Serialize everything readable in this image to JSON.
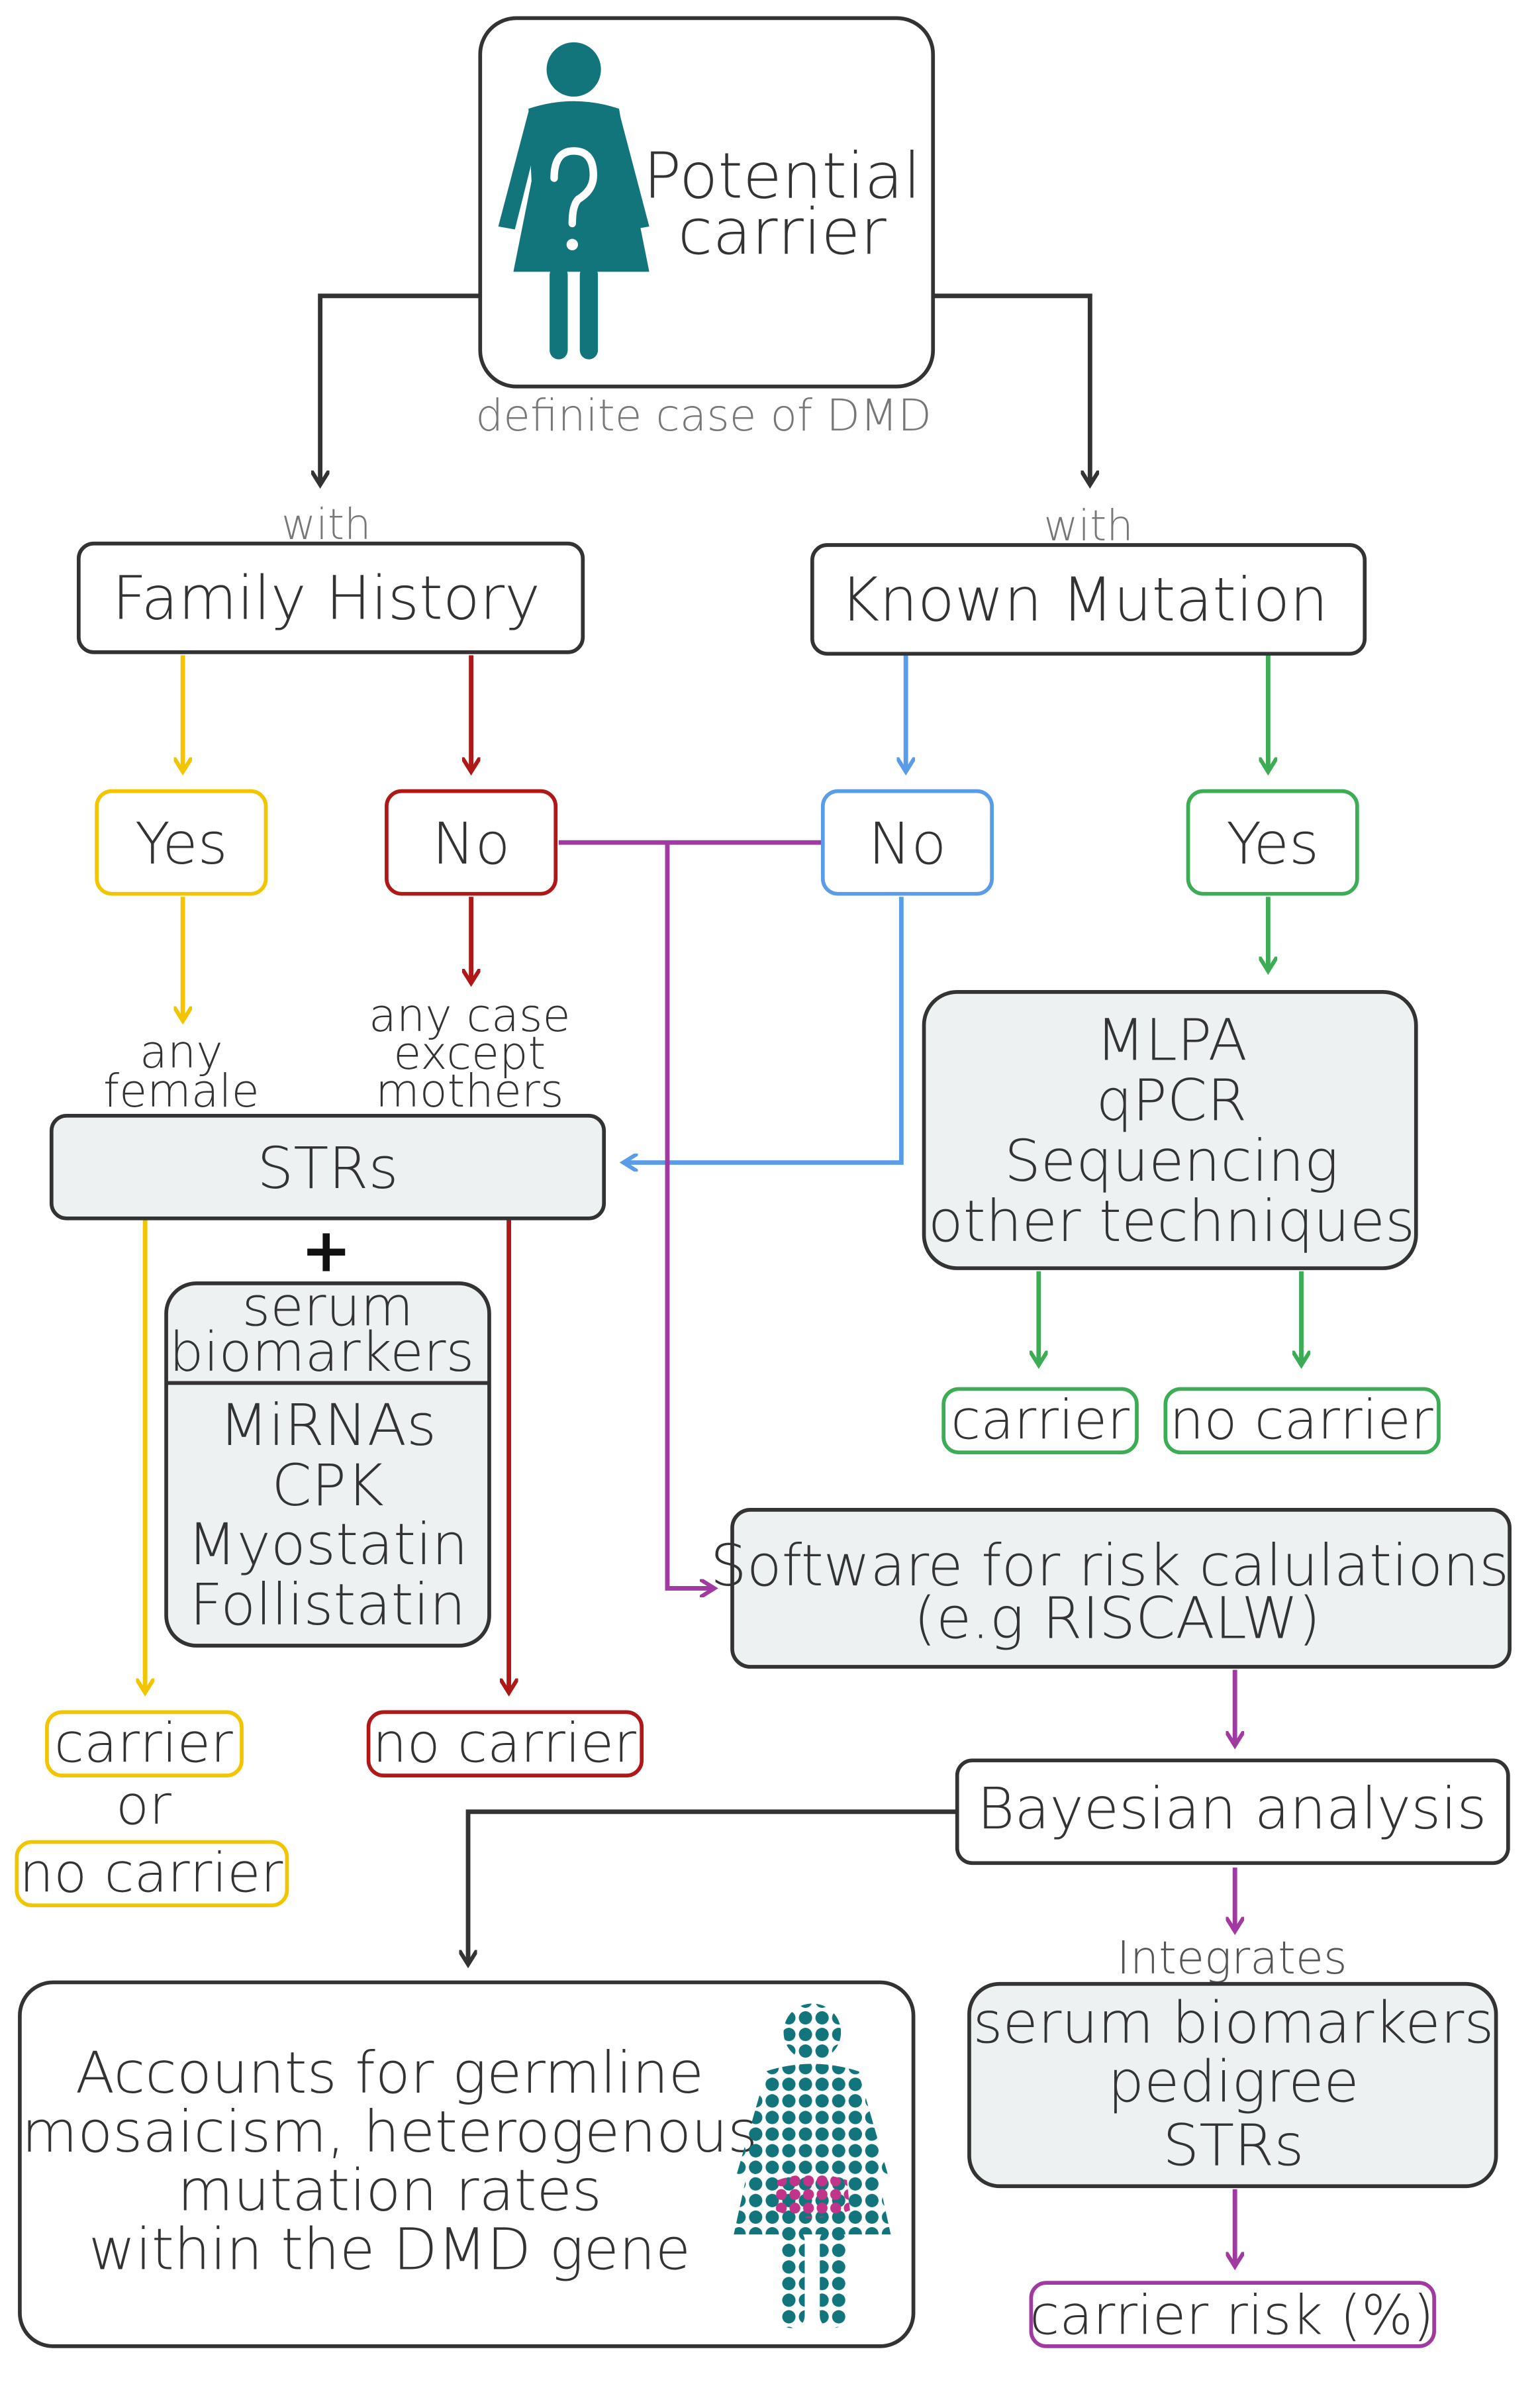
{
  "top": {
    "title_line1": "Potential",
    "title_line2": "carrier",
    "caption": "definite case of DMD",
    "icon": "woman-question-icon"
  },
  "branches": {
    "left_with": "with",
    "right_with": "with",
    "family_history": "Family History",
    "known_mutation": "Known Mutation"
  },
  "answers": {
    "fh_yes": "Yes",
    "fh_no": "No",
    "km_no": "No",
    "km_yes": "Yes"
  },
  "notes": {
    "any_female_line1": "any",
    "any_female_line2": "female",
    "any_case_line1": "any case",
    "any_case_line2": "except",
    "any_case_line3": "mothers"
  },
  "strs": {
    "label": "STRs",
    "plus": "+",
    "serum_line1": "serum",
    "serum_line2": "biomarkers",
    "biomarkers": [
      "MiRNAs",
      "CPK",
      "Myostatin",
      "Follistatin"
    ]
  },
  "techniques": [
    "MLPA",
    "qPCR",
    "Sequencing",
    "other techniques"
  ],
  "results": {
    "tech_carrier": "carrier",
    "tech_no_carrier": "no carrier",
    "left_carrier": "carrier",
    "left_or": "or",
    "left_no_carrier": "no carrier",
    "strs_no_carrier": "no carrier"
  },
  "software": {
    "line1": "Software for risk calulations",
    "line2": "(e.g RISCALW)"
  },
  "bayesian": "Bayesian analysis",
  "integrates": {
    "label": "Integrates",
    "items": [
      "serum biomarkers",
      "pedigree",
      "STRs"
    ]
  },
  "carrier_risk": "carrier risk (%)",
  "accounts": {
    "lines": [
      "Accounts for germline",
      "mosaicism, heterogenous",
      "mutation rates",
      "within the DMD gene"
    ],
    "icon": "woman-bubbles-icon"
  },
  "colors": {
    "yellow": "#f2c500",
    "red": "#b01818",
    "blue": "#5a9ce8",
    "green": "#3cad55",
    "purple": "#a03aa0",
    "dark": "#333333",
    "teal": "#11757b",
    "panel": "#edf1f2",
    "magenta": "#c2348a"
  }
}
